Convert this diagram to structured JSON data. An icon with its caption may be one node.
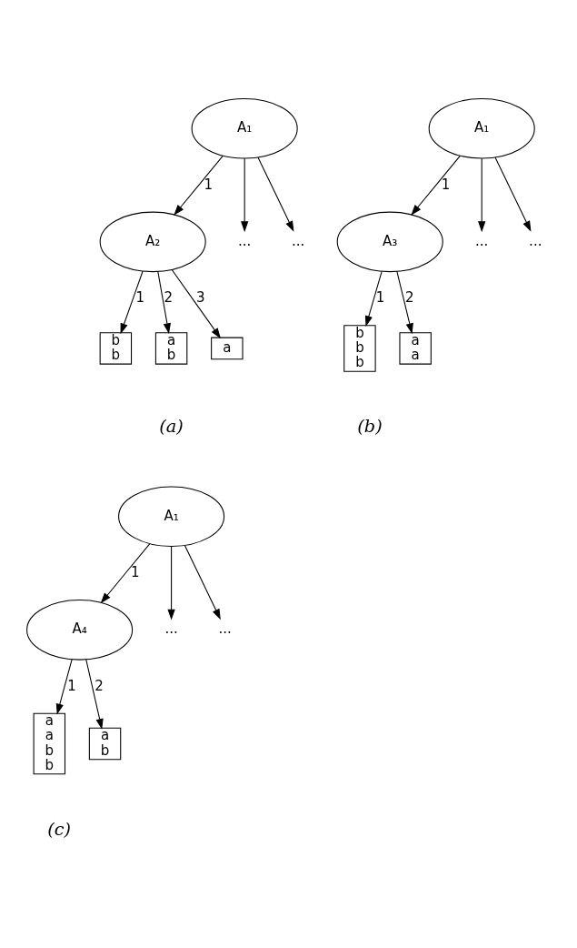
{
  "diagram": {
    "nodes": [
      {
        "text": [
          "A₁"
        ]
      },
      {
        "text": [
          "A₂"
        ]
      },
      {
        "text": [
          "..."
        ]
      },
      {
        "text": [
          "..."
        ]
      },
      {
        "text": [
          "b",
          "b"
        ]
      },
      {
        "text": [
          "a",
          "b"
        ]
      },
      {
        "text": [
          "a"
        ]
      },
      {
        "text": [
          "A₁"
        ]
      },
      {
        "text": [
          "A₃"
        ]
      },
      {
        "text": [
          "..."
        ]
      },
      {
        "text": [
          "..."
        ]
      },
      {
        "text": [
          "b",
          "b",
          "b"
        ]
      },
      {
        "text": [
          "a",
          "a"
        ]
      },
      {
        "text": [
          "A₁"
        ]
      },
      {
        "text": [
          "A₄"
        ]
      },
      {
        "text": [
          "..."
        ]
      },
      {
        "text": [
          "..."
        ]
      },
      {
        "text": [
          "a",
          "a",
          "b",
          "b"
        ]
      },
      {
        "text": [
          "a",
          "b"
        ]
      }
    ],
    "edges": [
      {
        "from": 0,
        "to": 1,
        "arrow": "to",
        "label": "1"
      },
      {
        "from": 0,
        "to": 2,
        "arrow": "to"
      },
      {
        "from": 0,
        "to": 3,
        "arrow": "to"
      },
      {
        "from": 1,
        "to": 4,
        "arrow": "to",
        "label": "1"
      },
      {
        "from": 1,
        "to": 5,
        "arrow": "to",
        "label": "2"
      },
      {
        "from": 1,
        "to": 6,
        "arrow": "to",
        "label": "3"
      },
      {
        "from": 7,
        "to": 8,
        "arrow": "to",
        "label": "1"
      },
      {
        "from": 7,
        "to": 9,
        "arrow": "to"
      },
      {
        "from": 7,
        "to": 10,
        "arrow": "to"
      },
      {
        "from": 8,
        "to": 11,
        "arrow": "to",
        "label": "1"
      },
      {
        "from": 8,
        "to": 12,
        "arrow": "to",
        "label": "2"
      },
      {
        "from": 13,
        "to": 14,
        "arrow": "to",
        "label": "1"
      },
      {
        "from": 13,
        "to": 15,
        "arrow": "to"
      },
      {
        "from": 13,
        "to": 16,
        "arrow": "to"
      },
      {
        "from": 14,
        "to": 17,
        "arrow": "to",
        "label": "1"
      },
      {
        "from": 14,
        "to": 18,
        "arrow": "to",
        "label": "2"
      }
    ],
    "labels": [
      "(a)",
      "(b)",
      "(c)"
    ]
  }
}
